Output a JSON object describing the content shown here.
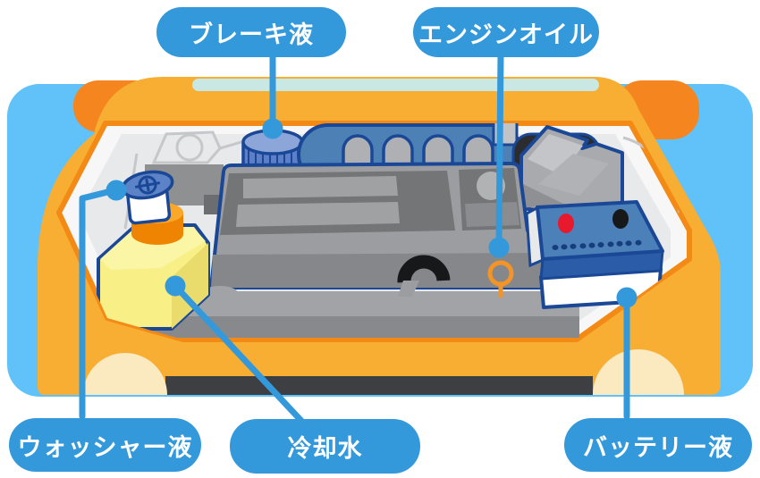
{
  "figure": {
    "type": "labeled-diagram",
    "subject": "car engine bay, front view with hood open, fluid check points"
  },
  "callouts": [
    {
      "id": "brake-fluid",
      "text": "ブレーキ液",
      "position": "top-left",
      "points_to": "brake-fluid-reservoir"
    },
    {
      "id": "engine-oil",
      "text": "エンジンオイル",
      "position": "top-right",
      "points_to": "engine-oil-filler"
    },
    {
      "id": "washer-fluid",
      "text": "ウォッシャー液",
      "position": "bottom-left",
      "points_to": "washer-fluid-reservoir"
    },
    {
      "id": "coolant",
      "text": "冷却水",
      "position": "bottom-center",
      "points_to": "coolant-reserve-tank"
    },
    {
      "id": "battery-fluid",
      "text": "バッテリー液",
      "position": "bottom-right",
      "points_to": "battery"
    }
  ],
  "palette": {
    "callout_blue": "#3399DB",
    "leader_line_blue": "#3399DB",
    "background_blue": "#60C2F8",
    "car_body_orange": "#F8AE33",
    "bay_rim_orange": "#F28A15",
    "fender_orange": "#F5861F",
    "windshield_cyan": "#C9E8E4",
    "bay_gray": "#E8E9EA",
    "engine_gray": "#9B9DA0",
    "engine_panel_dark": "#737577",
    "outline_navy": "#1A4796",
    "battery_top_blue": "#4C80B8",
    "battery_band_blue": "#2B5CA8",
    "coolant_tank_yellow": "#F8F086",
    "coolant_cap_orange": "#F9A82A",
    "reservoir_cap_blue": "#5C7FC8",
    "terminal_red": "#E8192C",
    "terminal_black": "#17181A",
    "headlight_cream": "#FBE9C0",
    "bumper_dark": "#3E3F42"
  }
}
